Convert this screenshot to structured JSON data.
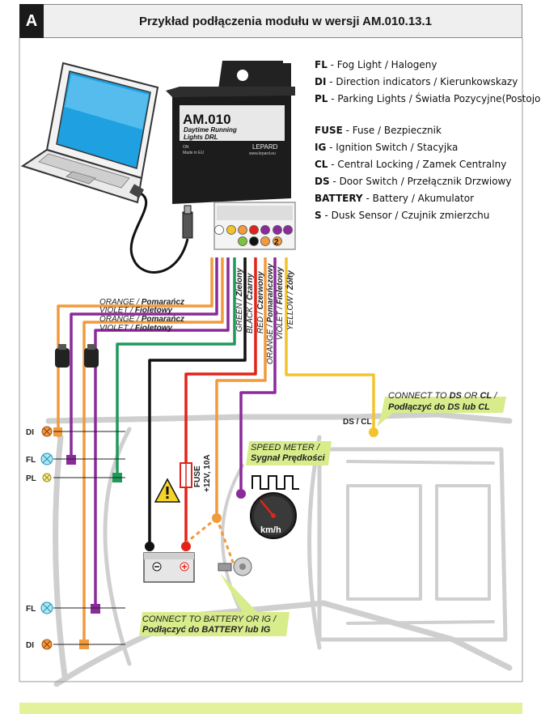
{
  "header": {
    "badge": "A",
    "title": "Przykład podłączenia modułu w wersji AM.010.13.1"
  },
  "legend": [
    {
      "code": "FL",
      "text": " - Fog Light / Halogeny"
    },
    {
      "code": "DI",
      "text": " - Direction indicators / Kierunkowskazy"
    },
    {
      "code": "PL",
      "text": " - Parking Lights / Światła Pozycyjne(Postojowe)"
    },
    {
      "code": "FUSE",
      "text": " - Fuse / Bezpiecznik"
    },
    {
      "code": "IG",
      "text": " - Ignition Switch / Stacyjka"
    },
    {
      "code": "CL",
      "text": " - Central Locking / Zamek Centralny"
    },
    {
      "code": "DS",
      "text": " - Door Switch / Przełącznik Drzwiowy"
    },
    {
      "code": "BATTERY",
      "text": " - Battery / Akumulator"
    },
    {
      "code": "S",
      "text": " - Dusk Sensor / Czujnik zmierzchu"
    }
  ],
  "module": {
    "model": "AM.010",
    "subtitle1": "Daytime Running",
    "subtitle2": "Lights DRL",
    "brand": "LEPARD",
    "small1": "ON",
    "small2": "Made in EU",
    "website": "www.lepard.eu",
    "connector_pin": "2"
  },
  "wires_left": [
    {
      "en": "ORANGE",
      "pl": "Pomarańcz"
    },
    {
      "en": "VIOLET",
      "pl": "Fioletowy"
    },
    {
      "en": "ORANGE",
      "pl": "Pomarańcz"
    },
    {
      "en": "VIOLET",
      "pl": "Fioletowy"
    }
  ],
  "wires_vertical": [
    {
      "en": "GREEN",
      "pl": "Zielony"
    },
    {
      "en": "BLACK",
      "pl": "Czarny"
    },
    {
      "en": "RED",
      "pl": "Czerwony"
    },
    {
      "en": "ORANGE",
      "pl": "Pomarańczowy"
    },
    {
      "en": "VIOLET",
      "pl": "Fioletowy"
    },
    {
      "en": "YELLOW",
      "pl": "Żółty"
    }
  ],
  "lights": {
    "di_top": "DI",
    "fl_top": "FL",
    "pl": "PL",
    "fl_bottom": "FL",
    "di_bottom": "DI"
  },
  "fuse": {
    "label": "FUSE",
    "rating": "+12V, 10A"
  },
  "ds_cl": "DS / CL",
  "callouts": {
    "ds_en_pre": "CONNECT TO ",
    "ds_en_ds": "DS",
    "ds_en_mid": " OR ",
    "ds_en_cl": "CL",
    "ds_en_post": " /",
    "ds_pl": "Podłączyć do DS lub CL",
    "speed_en": "SPEED METER /",
    "speed_pl": "Sygnał Prędkości",
    "batt_en": "CONNECT TO BATTERY OR IG /",
    "batt_pl": "Podłączyć do BATTERY lub IG"
  },
  "speedo_unit": "km/h",
  "colors": {
    "orange": "#f29a3c",
    "violet": "#8b2a9a",
    "green": "#1e9a5a",
    "black": "#111111",
    "red": "#e2231a",
    "yellow": "#f2c32c",
    "callout": "#d8ec8c",
    "footer": "#e3f19a"
  }
}
